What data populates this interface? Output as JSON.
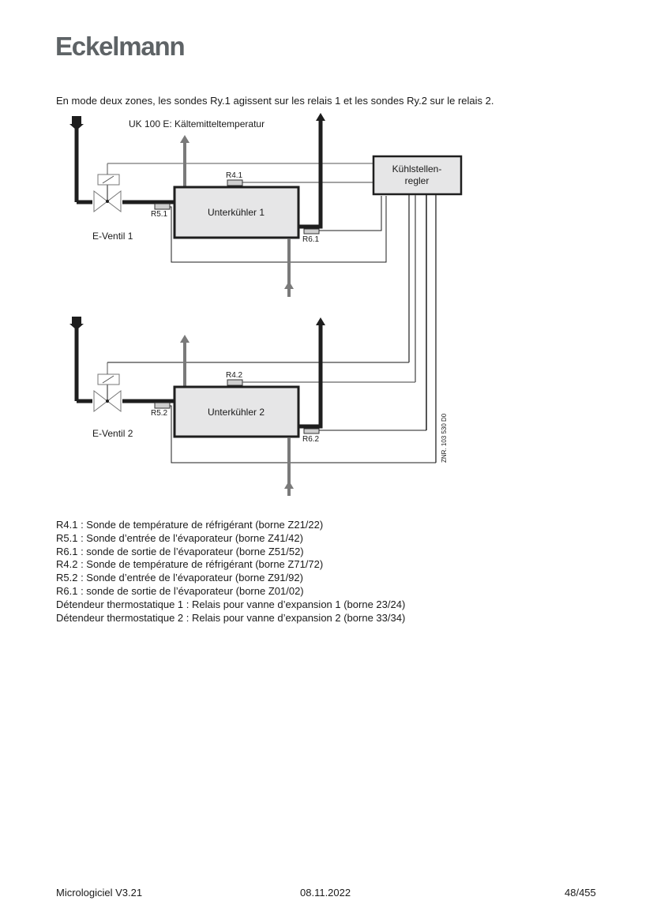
{
  "header": {
    "logo": "Eckelmann"
  },
  "intro": "En mode deux zones, les sondes Ry.1 agissent sur les relais 1 et les sondes Ry.2 sur le relais 2.",
  "diagram": {
    "title": "UK 100 E:  Kältemitteltemperatur",
    "controller": {
      "line1": "Kühlstellen-",
      "line2": "regler"
    },
    "unit1": {
      "label": "Unterkühler 1",
      "valve": "E-Ventil 1",
      "sensors": {
        "r4": "R4.1",
        "r5": "R5.1",
        "r6": "R6.1"
      }
    },
    "unit2": {
      "label": "Unterkühler 2",
      "valve": "E-Ventil 2",
      "sensors": {
        "r4": "R4.2",
        "r5": "R5.2",
        "r6": "R6.2"
      }
    },
    "drawing_number": "ZNR. 103 530 D0"
  },
  "legend": [
    "R4.1 : Sonde de température de réfrigérant (borne Z21/22)",
    "R5.1 : Sonde d’entrée de l’évaporateur (borne Z41/42)",
    "R6.1 : sonde de sortie de l’évaporateur (borne Z51/52)",
    "R4.2 : Sonde de température de réfrigérant (borne Z71/72)",
    "R5.2 : Sonde d’entrée de l’évaporateur (borne Z91/92)",
    "R6.1 : sonde de sortie de l’évaporateur (borne Z01/02)",
    "Détendeur thermostatique 1 : Relais pour vanne d’expansion 1 (borne 23/24)",
    "Détendeur thermostatique 2 : Relais pour vanne d’expansion 2 (borne 33/34)"
  ],
  "footer": {
    "left": "Micrologiciel V3.21",
    "center": "08.11.2022",
    "right": "48/455"
  }
}
